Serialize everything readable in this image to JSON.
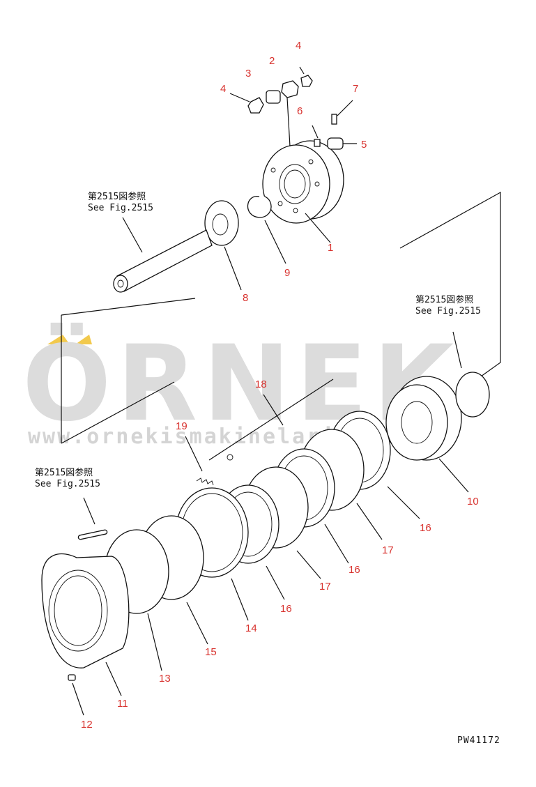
{
  "watermark": {
    "brand": "ÖRNEK",
    "url": "www.ornekismakinelari.com.tr",
    "accent_color": "#f2c94c"
  },
  "drawing_code": "PW41172",
  "references": {
    "top_left": {
      "jp": "第2515図参照",
      "en": "See Fig.2515"
    },
    "right": {
      "jp": "第2515図参照",
      "en": "See Fig.2515"
    },
    "left": {
      "jp": "第2515図参照",
      "en": "See Fig.2515"
    }
  },
  "part_numbers": {
    "n1": "1",
    "n2": "2",
    "n3": "3",
    "n4a": "4",
    "n4b": "4",
    "n5": "5",
    "n6": "6",
    "n7": "7",
    "n8": "8",
    "n9": "9",
    "n10": "10",
    "n11": "11",
    "n12": "12",
    "n13": "13",
    "n14": "14",
    "n15": "15",
    "n16a": "16",
    "n16b": "16",
    "n16c": "16",
    "n17a": "17",
    "n17b": "17",
    "n18": "18",
    "n19": "19"
  },
  "colors": {
    "callout": "#d8322e",
    "line": "#111111"
  }
}
